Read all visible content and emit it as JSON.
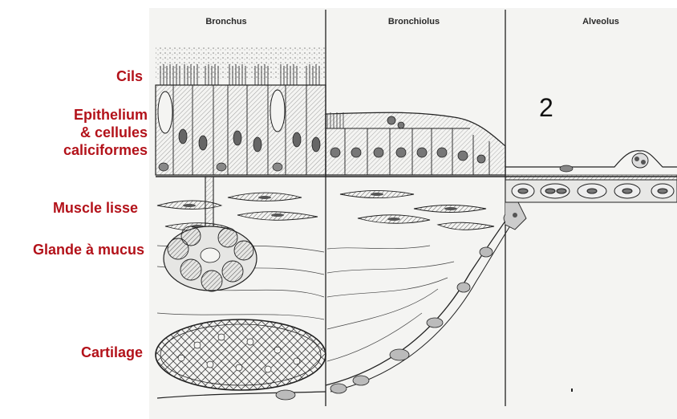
{
  "labels": {
    "cils": "Cils",
    "epithelium_line1": "Epithelium",
    "epithelium_line2": "& cellules",
    "epithelium_line3": "caliciformes",
    "muscle": "Muscle lisse",
    "glande": "Glande à mucus",
    "cartilage": "Cartilage"
  },
  "columns": {
    "bronchus": "Bronchus",
    "bronchiolus": "Bronchiolus",
    "alveolus": "Alveolus"
  },
  "marker": "2",
  "colors": {
    "label_red": "#b3121a",
    "ink": "#2a2a2a"
  }
}
